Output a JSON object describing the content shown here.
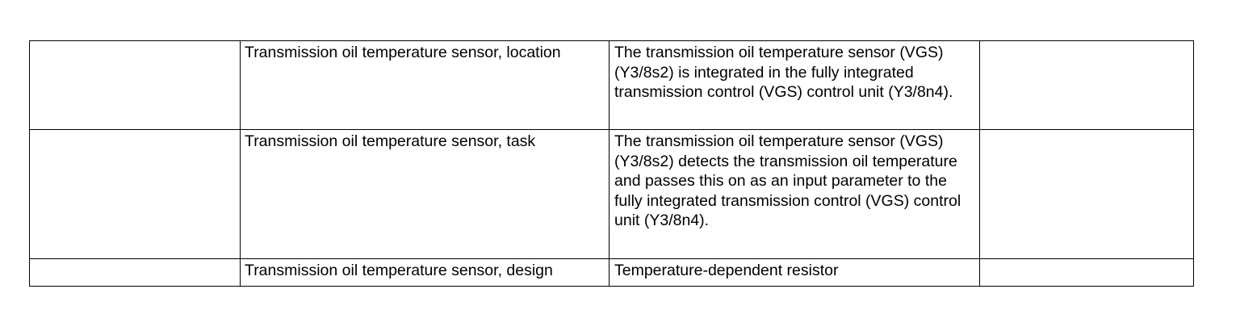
{
  "table": {
    "rows": [
      {
        "col1": "",
        "label": "Transmission oil temperature sensor, location",
        "description": "The transmission oil temperature sensor (VGS) (Y3/8s2) is integrated in the fully integrated transmission control (VGS) control unit (Y3/8n4).",
        "col4": ""
      },
      {
        "col1": "",
        "label": "Transmission oil temperature sensor, task",
        "description": "The transmission oil temperature sensor (VGS) (Y3/8s2) detects the transmission oil temperature and passes this on as an input parameter to the fully integrated transmission control (VGS) control unit (Y3/8n4).",
        "col4": ""
      },
      {
        "col1": "",
        "label": "Transmission oil temperature sensor, design",
        "description": "Temperature-dependent resistor",
        "col4": ""
      }
    ]
  }
}
